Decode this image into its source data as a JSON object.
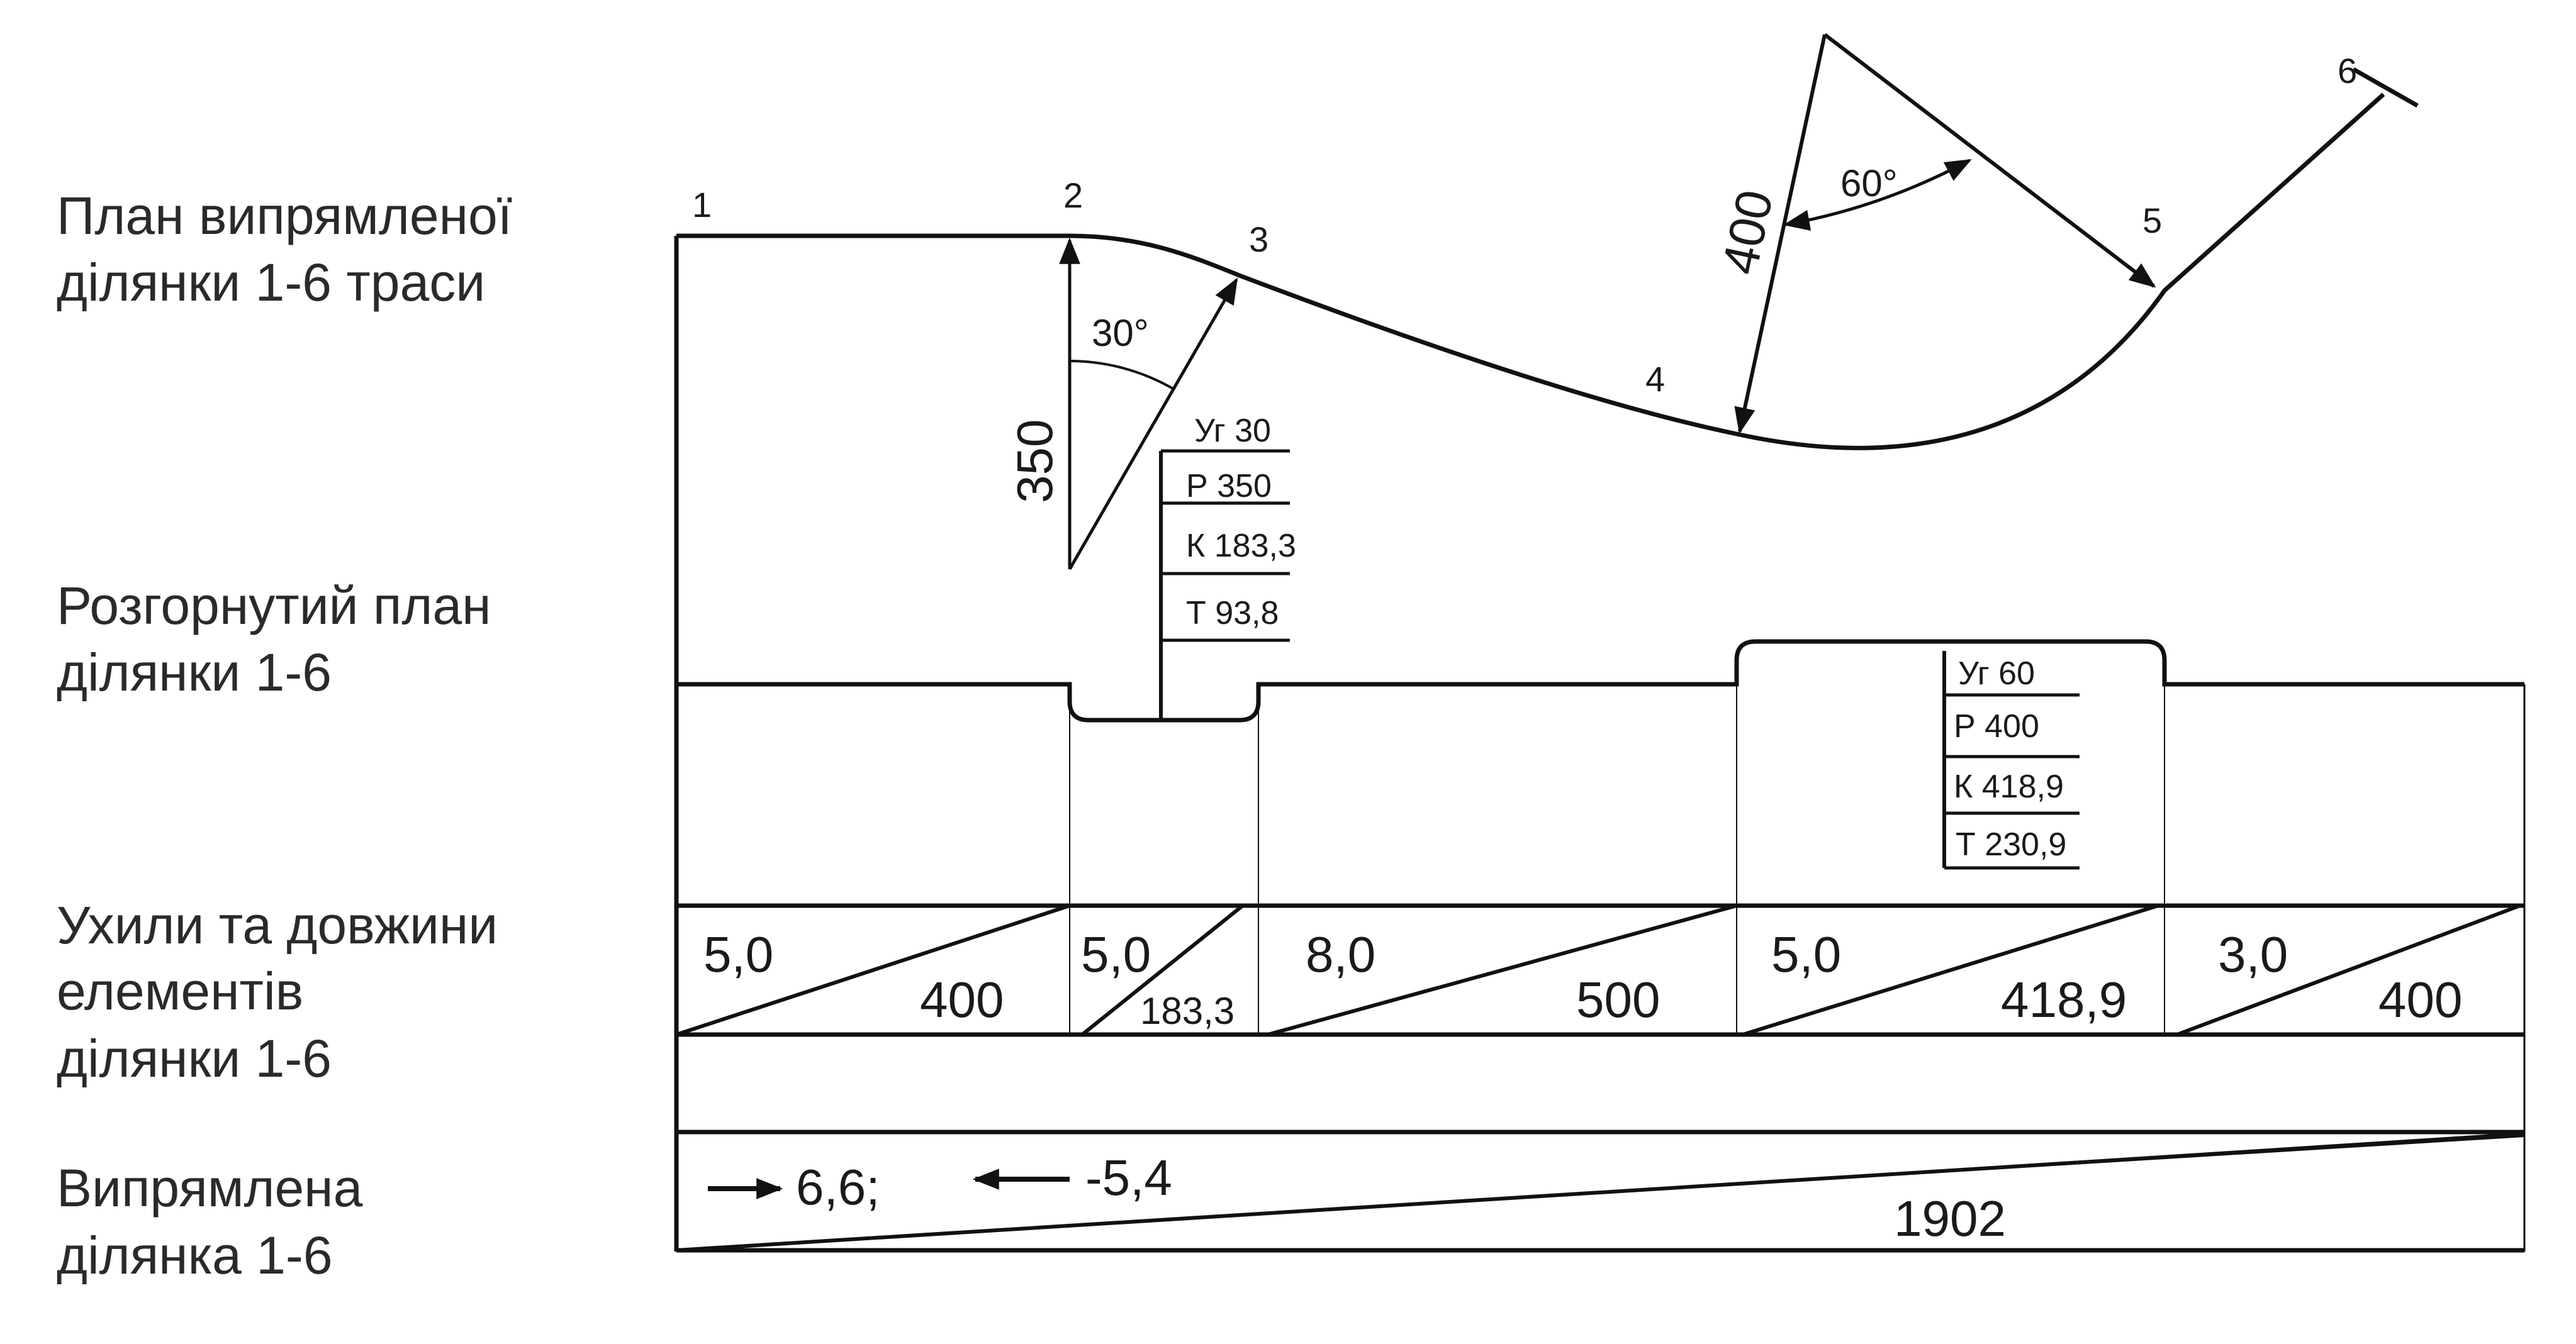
{
  "row_labels": {
    "plan": [
      "План випрямленої",
      "ділянки 1-6 траси"
    ],
    "unrolled": [
      "Розгорнутий план",
      "ділянки 1-6"
    ],
    "slopes": [
      "Ухили та довжини",
      "елементів",
      "ділянки 1-6"
    ],
    "straightened": [
      "Випрямлена",
      "ділянка 1-6"
    ]
  },
  "points": [
    "1",
    "2",
    "3",
    "4",
    "5",
    "6"
  ],
  "curve1": {
    "radius": "350",
    "angle": "30°",
    "table": [
      "Уг 30",
      "Р 350",
      "К 183,3",
      "Т 93,8"
    ]
  },
  "curve2": {
    "radius": "400",
    "angle": "60°",
    "table": [
      "Уг 60",
      "Р 400",
      "К 418,9",
      "Т 230,9"
    ]
  },
  "segments": [
    {
      "slope": "5,0",
      "length": "400"
    },
    {
      "slope": "5,0",
      "length": "183,3"
    },
    {
      "slope": "8,0",
      "length": "500"
    },
    {
      "slope": "5,0",
      "length": "418,9"
    },
    {
      "slope": "3,0",
      "length": "400"
    }
  ],
  "straightened": {
    "forward": "6,6;",
    "backward": "-5,4",
    "total": "1902"
  }
}
